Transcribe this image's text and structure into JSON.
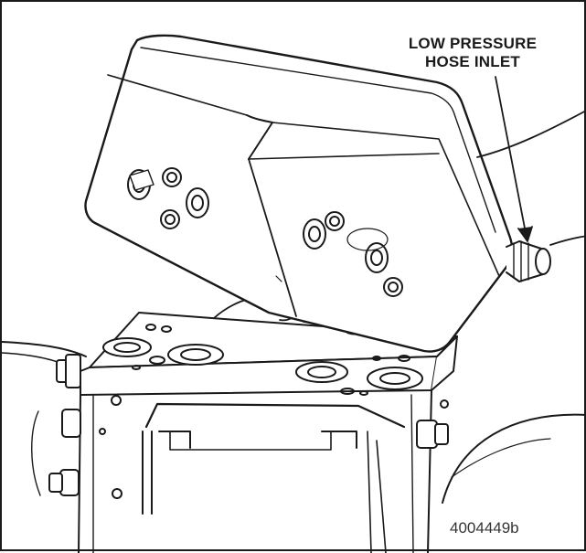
{
  "callout": {
    "line1": "LOW PRESSURE",
    "line2": "HOSE INLET"
  },
  "figure_id": "4004449b",
  "colors": {
    "ink": "#1a1a1a",
    "paper": "#ffffff"
  }
}
